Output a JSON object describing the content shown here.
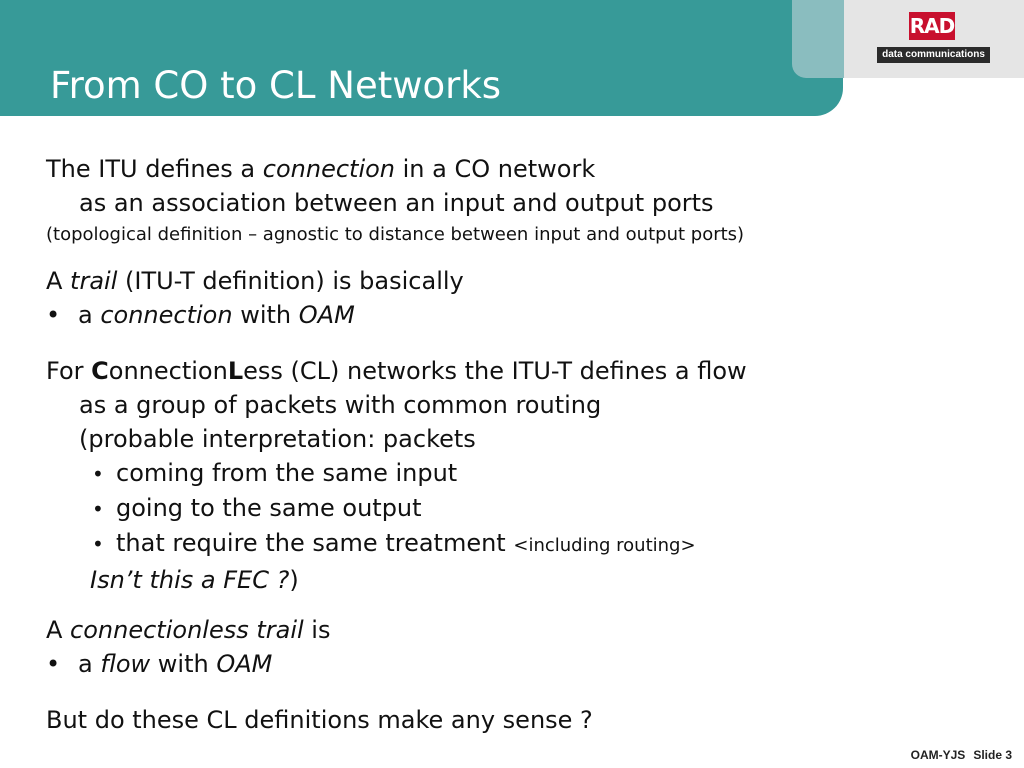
{
  "slide": {
    "title": "From CO to CL Networks"
  },
  "logo": {
    "mark": "RAD",
    "subtitle": "data communications"
  },
  "body": {
    "p1": {
      "a": "The ITU defines a ",
      "b": "connection",
      "c": " in a CO network",
      "line2": "as an association between an input and output ports",
      "note": "(topological definition – agnostic to distance between input and output ports)"
    },
    "p2": {
      "a": "A ",
      "b": "trail",
      "c": " (ITU-T definition) is basically",
      "bullet_symbol": "•",
      "bullet_a": "a ",
      "bullet_b": "connection",
      "bullet_c": " with ",
      "bullet_d": "OAM"
    },
    "p3": {
      "a": "For ",
      "b": "C",
      "c": "onnection",
      "d": "L",
      "e": "ess (CL) networks the ITU-T defines a flow",
      "line2": "as a group of packets with common routing",
      "line3": "(probable interpretation: packets",
      "bullet_symbol": "•",
      "sub1": "coming from the same input",
      "sub2": "going to the same output",
      "sub3_a": "that require the same treatment ",
      "sub3_b": "<including routing>",
      "closing_italic": "Isn’t this a FEC ?",
      "closing_paren": ")"
    },
    "p4": {
      "a": "A ",
      "b": "connectionless trail",
      "c": " is",
      "bullet_symbol": "•",
      "bullet_a": "a ",
      "bullet_b": "flow",
      "bullet_c": " with ",
      "bullet_d": "OAM"
    },
    "p5": "But do these CL definitions make any sense ?"
  },
  "footer": {
    "label": "OAM-YJS",
    "slide": "Slide 3"
  }
}
